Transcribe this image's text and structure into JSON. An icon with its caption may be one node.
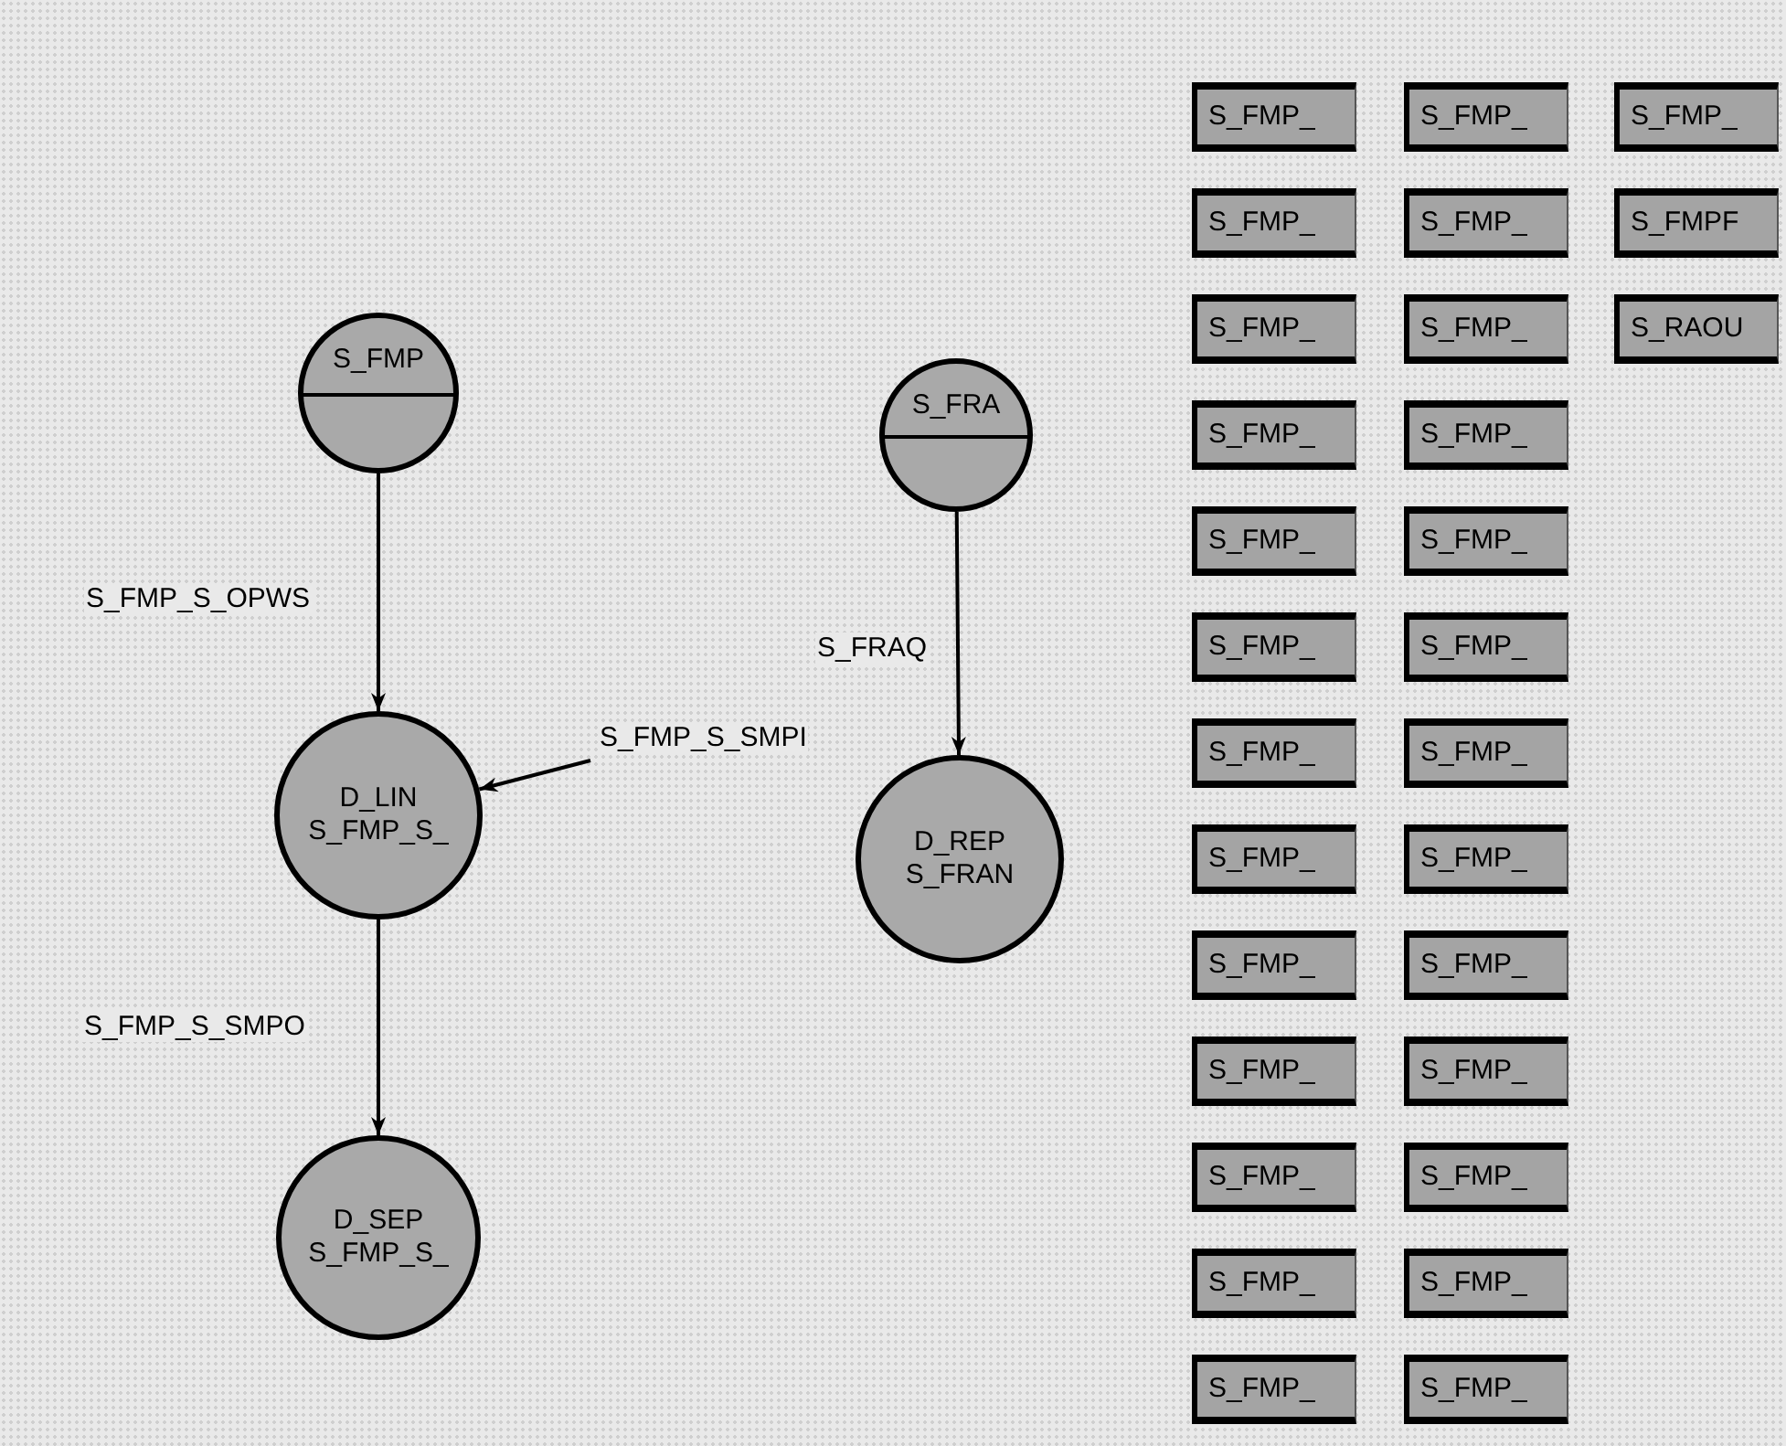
{
  "diagram": {
    "nodes": [
      {
        "text": [
          "S_FMP"
        ]
      },
      {
        "text": [
          "D_LIN",
          "S_FMP_S_"
        ]
      },
      {
        "text": [
          "D_SEP",
          "S_FMP_S_"
        ]
      },
      {
        "text": [
          "S_FRA"
        ]
      },
      {
        "text": [
          "D_REP",
          "S_FRAN"
        ]
      },
      {
        "text": [
          "S_FMP_"
        ]
      },
      {
        "text": [
          "S_FMP_"
        ]
      },
      {
        "text": [
          "S_FMP_"
        ]
      },
      {
        "text": [
          "S_FMP_"
        ]
      },
      {
        "text": [
          "S_FMP_"
        ]
      },
      {
        "text": [
          "S_FMPF"
        ]
      },
      {
        "text": [
          "S_FMP_"
        ]
      },
      {
        "text": [
          "S_FMP_"
        ]
      },
      {
        "text": [
          "S_RAOU"
        ]
      },
      {
        "text": [
          "S_FMP_"
        ]
      },
      {
        "text": [
          "S_FMP_"
        ]
      },
      {
        "text": [
          "S_FMP_"
        ]
      },
      {
        "text": [
          "S_FMP_"
        ]
      },
      {
        "text": [
          "S_FMP_"
        ]
      },
      {
        "text": [
          "S_FMP_"
        ]
      },
      {
        "text": [
          "S_FMP_"
        ]
      },
      {
        "text": [
          "S_FMP_"
        ]
      },
      {
        "text": [
          "S_FMP_"
        ]
      },
      {
        "text": [
          "S_FMP_"
        ]
      },
      {
        "text": [
          "S_FMP_"
        ]
      },
      {
        "text": [
          "S_FMP_"
        ]
      },
      {
        "text": [
          "S_FMP_"
        ]
      },
      {
        "text": [
          "S_FMP_"
        ]
      },
      {
        "text": [
          "S_FMP_"
        ]
      },
      {
        "text": [
          "S_FMP_"
        ]
      },
      {
        "text": [
          "S_FMP_"
        ]
      },
      {
        "text": [
          "S_FMP_"
        ]
      },
      {
        "text": [
          "S_FMP_"
        ]
      },
      {
        "text": [
          "S_FMP_"
        ]
      }
    ],
    "edges": [
      {
        "from": 0,
        "to": 1,
        "arrow": "to",
        "label": "S_FMP_S_OPWS"
      },
      {
        "from": null,
        "to": 1,
        "arrow": "to",
        "label": "S_FMP_S_SMPI"
      },
      {
        "from": 1,
        "to": 2,
        "arrow": "to",
        "label": "S_FMP_S_SMPO"
      },
      {
        "from": 3,
        "to": 4,
        "arrow": "to",
        "label": "S_FRAQ"
      }
    ]
  }
}
